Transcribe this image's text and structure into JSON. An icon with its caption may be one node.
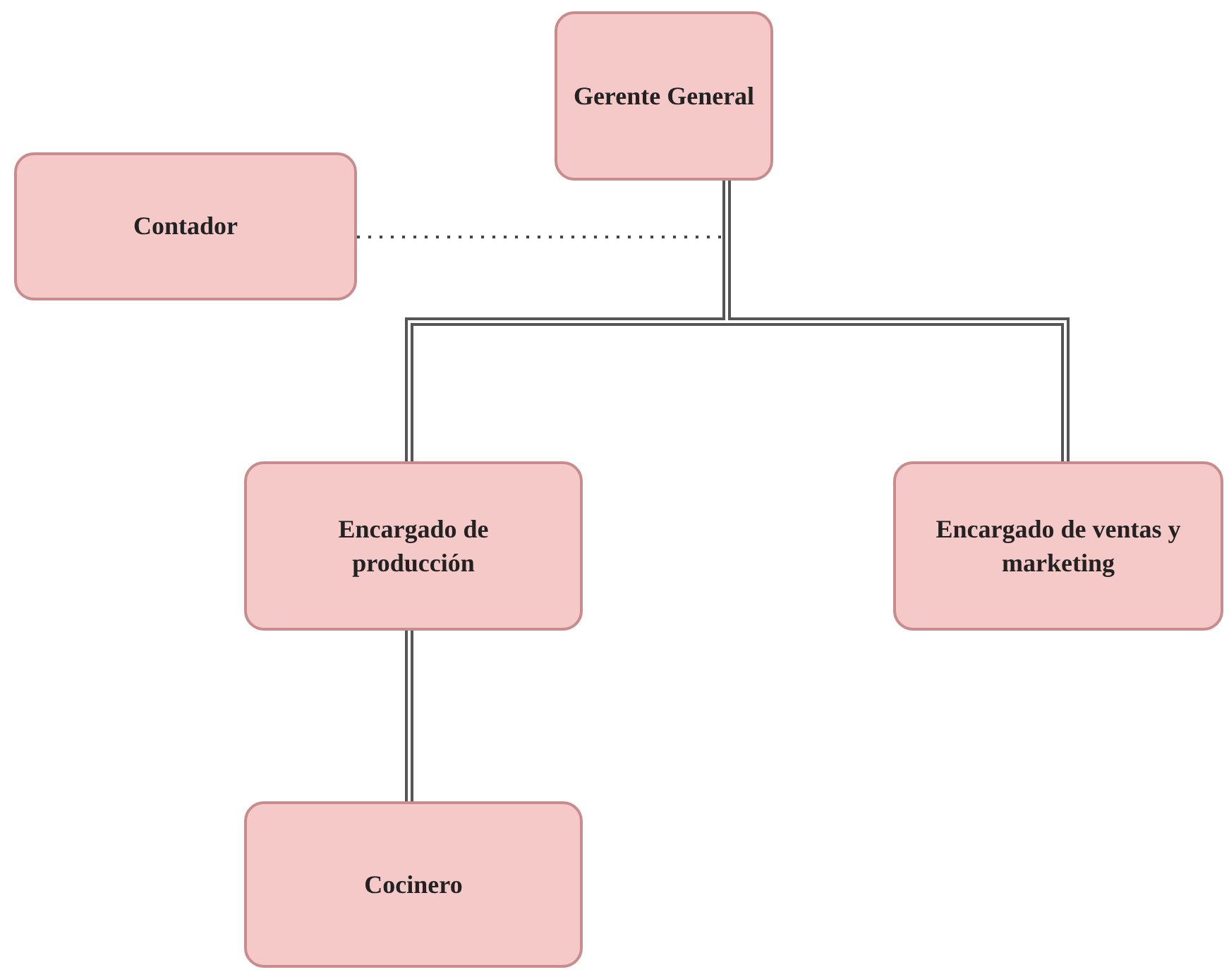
{
  "diagram": {
    "nodes": [
      {
        "text": [
          "Gerente General"
        ]
      },
      {
        "text": [
          "Contador"
        ]
      },
      {
        "text": [
          "Encargado de producción"
        ]
      },
      {
        "text": [
          "Encargado de ventas y marketing"
        ]
      },
      {
        "text": [
          "Cocinero"
        ]
      }
    ],
    "edges": [
      {
        "from": 1,
        "to": 0,
        "arrow": "none",
        "style": "dashed"
      },
      {
        "from": 0,
        "to": 2,
        "arrow": "none"
      },
      {
        "from": 0,
        "to": 3,
        "arrow": "none"
      },
      {
        "from": 2,
        "to": 4,
        "arrow": "none"
      }
    ]
  }
}
